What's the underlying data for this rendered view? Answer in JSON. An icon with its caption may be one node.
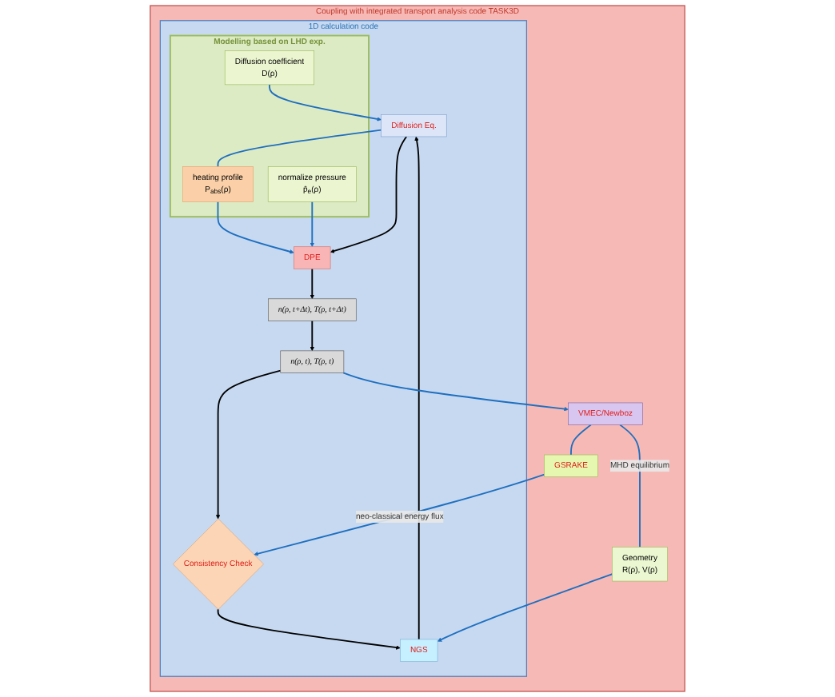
{
  "diagram": {
    "nodes": [
      {
        "text": [
          "Coupling with integrated transport analysis code TASK3D"
        ]
      },
      {
        "text": [
          "1D calculation code"
        ],
        "in": 0
      },
      {
        "text": [
          "n(ρ, t), T(ρ, t)"
        ],
        "in": 1
      },
      {
        "text": [
          "Consistency Check"
        ],
        "in": 1
      },
      {
        "text": [
          "NGS"
        ],
        "in": 1
      },
      {
        "text": [
          "Diffusion Eq."
        ],
        "in": 1
      },
      {
        "text": [
          "DPE"
        ],
        "in": 1
      },
      {
        "text": [
          "n(ρ, t+Δt), T(ρ, t+Δt)"
        ],
        "in": 1
      },
      {
        "text": [
          "Modelling based on LHD exp."
        ],
        "in": 1
      },
      {
        "text": [
          "Diffusion coefficient",
          "D(ρ)"
        ],
        "in": 8
      },
      {
        "text": [
          "heating profile",
          "P$_{abs}$(ρ)"
        ],
        "in": 8
      },
      {
        "text": [
          "normalize pressure",
          "p̂$_{e}$(ρ)"
        ],
        "in": 8
      },
      {
        "text": [
          "VMEC/Newboz"
        ],
        "in": 0
      },
      {
        "text": [
          "GSRAKE"
        ],
        "in": 0
      },
      {
        "text": [
          "Geometry",
          "R(ρ), V(ρ)"
        ],
        "in": 0
      }
    ],
    "edges": [
      {
        "from": 2,
        "to": 3,
        "arrow": "to",
        "color": "#000000"
      },
      {
        "from": 3,
        "to": 4,
        "arrow": "to",
        "color": "#000000"
      },
      {
        "from": 4,
        "to": 5,
        "arrow": "to",
        "color": "#000000"
      },
      {
        "from": 5,
        "to": 6,
        "arrow": "to",
        "color": "#000000"
      },
      {
        "from": 6,
        "to": 7,
        "arrow": "to",
        "color": "#000000"
      },
      {
        "from": 7,
        "to": 2,
        "arrow": "to",
        "color": "#000000"
      },
      {
        "from": 2,
        "to": 12,
        "arrow": "to"
      },
      {
        "from": 12,
        "to": 13,
        "arrow": "none"
      },
      {
        "from": 13,
        "to": 3,
        "arrow": "to",
        "label": "neo-classical energy flux"
      },
      {
        "from": 12,
        "to": 14,
        "arrow": "none",
        "label": "MHD equilibrium"
      },
      {
        "from": 14,
        "to": 4,
        "arrow": "to"
      },
      {
        "from": 9,
        "to": 5,
        "arrow": "to"
      },
      {
        "from": 5,
        "to": 10,
        "arrow": "none"
      },
      {
        "from": 10,
        "to": 6,
        "arrow": "to"
      },
      {
        "from": 11,
        "to": 6,
        "arrow": "to"
      }
    ]
  }
}
